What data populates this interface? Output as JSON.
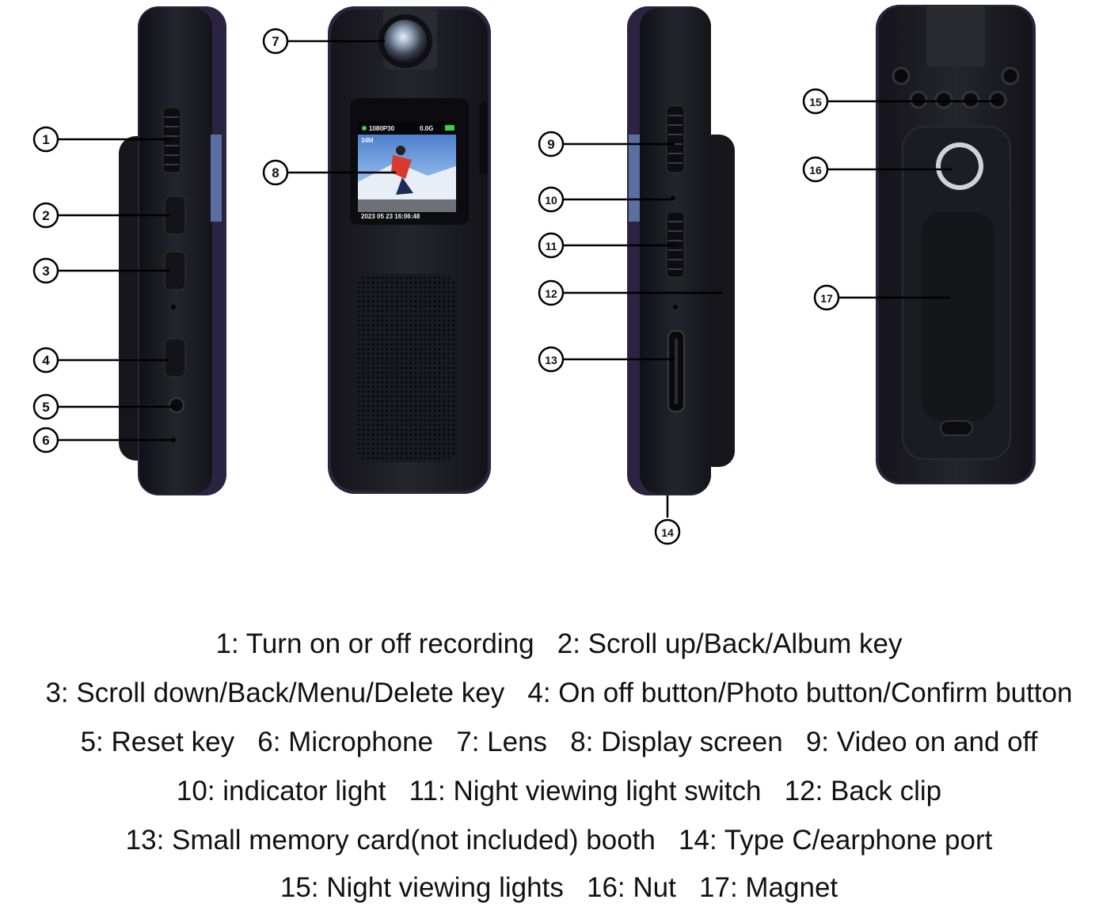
{
  "screen": {
    "resolution": "1080P30",
    "storage": "0.0G",
    "size": "34M",
    "timestamp": "2023 05 23 16:06:48"
  },
  "callouts": [
    {
      "num": "1",
      "label_ref": "Turn on or off recording"
    },
    {
      "num": "2",
      "label_ref": "Scroll up/Back/Album key"
    },
    {
      "num": "3",
      "label_ref": "Scroll down/Back/Menu/Delete key"
    },
    {
      "num": "4",
      "label_ref": "On off button/Photo button/Confirm button"
    },
    {
      "num": "5",
      "label_ref": "Reset key"
    },
    {
      "num": "6",
      "label_ref": "Microphone"
    },
    {
      "num": "7",
      "label_ref": "Lens"
    },
    {
      "num": "8",
      "label_ref": "Display screen"
    },
    {
      "num": "9",
      "label_ref": "Video on and off"
    },
    {
      "num": "10",
      "label_ref": "indicator light"
    },
    {
      "num": "11",
      "label_ref": "Night viewing light switch"
    },
    {
      "num": "12",
      "label_ref": "Back clip"
    },
    {
      "num": "13",
      "label_ref": "Small memory card(not included) booth"
    },
    {
      "num": "14",
      "label_ref": "Type C/earphone port"
    },
    {
      "num": "15",
      "label_ref": "Night viewing lights"
    },
    {
      "num": "16",
      "label_ref": "Nut"
    },
    {
      "num": "17",
      "label_ref": "Magnet"
    }
  ],
  "legend": {
    "line1": "1: Turn on or off recording   2: Scroll up/Back/Album key",
    "line2": "3: Scroll down/Back/Menu/Delete key   4: On off button/Photo button/Confirm button",
    "line3": "5: Reset key   6: Microphone   7: Lens   8: Display screen   9: Video on and off",
    "line4": "10: indicator light   11: Night viewing light switch   12: Back clip",
    "line5": "13: Small memory card(not included) booth   14: Type C/earphone port",
    "line6": "15: Night viewing lights   16: Nut   17: Magnet"
  },
  "colors": {
    "body": "#1c1d22",
    "edge": "#2b2340",
    "accent_purple": "#3a2a5c",
    "screen_sky": "#5b8fd6"
  }
}
